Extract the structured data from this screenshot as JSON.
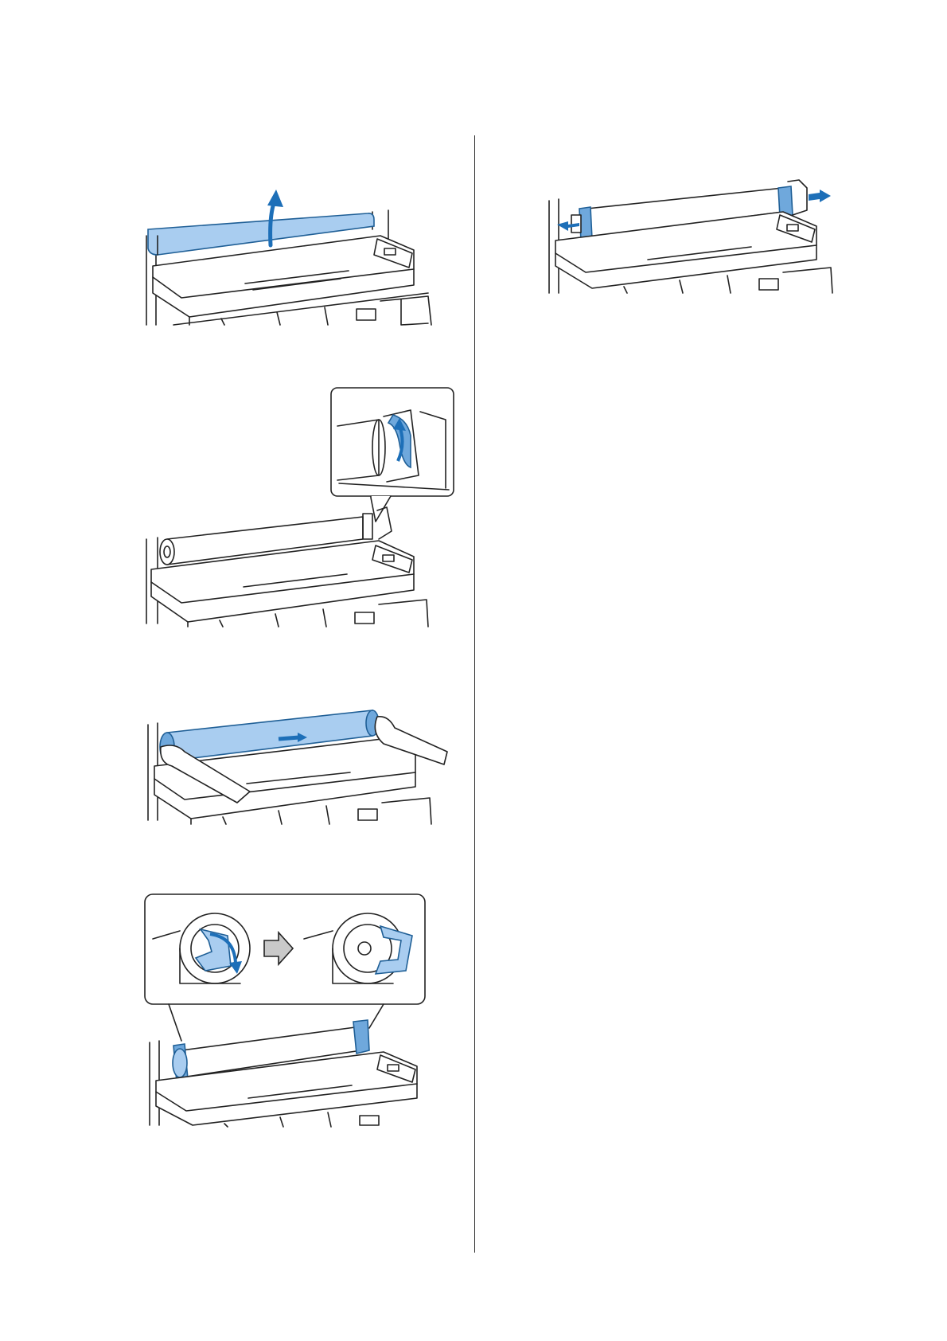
{
  "document": {
    "type": "printer-manual-page",
    "figures": [
      {
        "name": "open-roll-paper-cover",
        "accent": "#a9cdf0"
      },
      {
        "name": "release-spindle-lock-lever",
        "accent": "#a9cdf0"
      },
      {
        "name": "remove-roll-paper",
        "accent": "#a9cdf0"
      },
      {
        "name": "remove-roll-paper-adapter",
        "accent": "#a9cdf0"
      },
      {
        "name": "pull-adapters-apart",
        "accent": "#1d6fb8"
      }
    ]
  }
}
